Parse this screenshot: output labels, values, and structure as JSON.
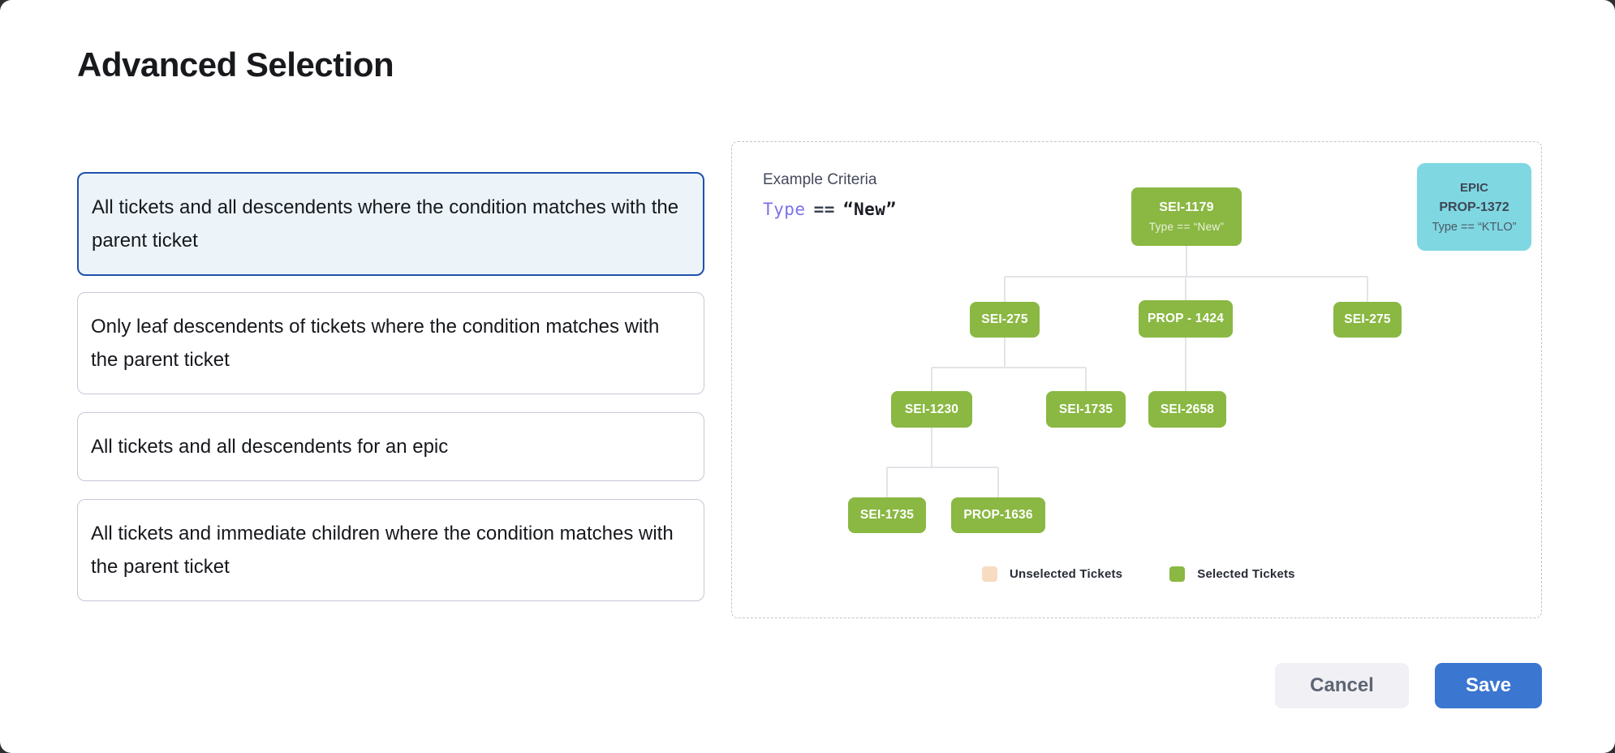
{
  "window": {
    "title": "Advanced Selection"
  },
  "options": [
    {
      "label": "All tickets and all descendents where the condition matches with the parent ticket",
      "selected": true
    },
    {
      "label": "Only leaf descendents of tickets where the condition matches with the parent ticket",
      "selected": false
    },
    {
      "label": "All tickets and all descendents for an epic",
      "selected": false
    },
    {
      "label": "All tickets and immediate children where the condition matches with the parent ticket",
      "selected": false
    }
  ],
  "example": {
    "heading": "Example Criteria",
    "criteria_field": "Type",
    "criteria_operator": "==",
    "criteria_value": "“New”"
  },
  "epic_card": {
    "type_label": "EPIC",
    "ticket_id": "PROP-1372",
    "criteria": "Type == “KTLO”"
  },
  "tree": {
    "root_label": "SEI-1179",
    "root_sublabel": "Type == “New”",
    "l2a": "SEI-275",
    "l2b": "PROP - 1424",
    "l2c": "SEI-275",
    "l3a": "SEI-1230",
    "l3b": "SEI-1735",
    "l3c": "SEI-2658",
    "l4a": "SEI-1735",
    "l4b": "PROP-1636"
  },
  "legend": {
    "unselected_label": "Unselected Tickets",
    "selected_label": "Selected Tickets",
    "unselected_color": "#f8dcc1",
    "selected_color": "#8ab843"
  },
  "buttons": {
    "cancel": "Cancel",
    "save": "Save"
  },
  "colors": {
    "node_green": "#8ab843",
    "epic_cyan": "#7fd7e2",
    "selected_card_border": "#2150ad",
    "selected_card_bg": "#ecf4f9",
    "save_blue": "#3b76d1",
    "criteria_field_purple": "#7b72e9"
  }
}
